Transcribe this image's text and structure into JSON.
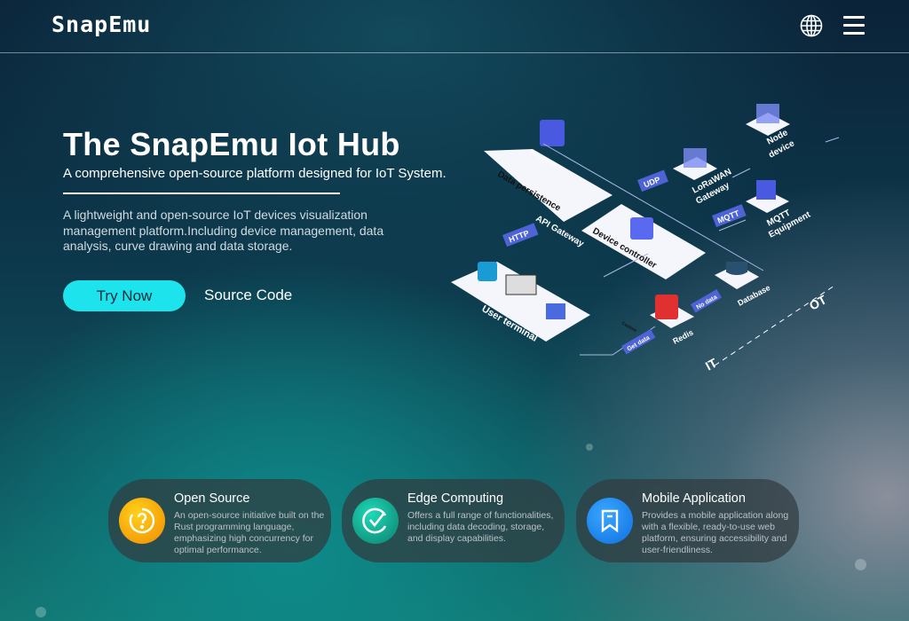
{
  "header": {
    "logo": "SnapEmu",
    "globe_icon": "globe-icon",
    "menu_icon": "menu-icon"
  },
  "hero": {
    "title": "The SnapEmu Iot Hub",
    "subtitle": "A comprehensive open-source platform designed for IoT System.",
    "description": "A lightweight and open-source IoT devices visualization management platform.Including device management, data analysis, curve drawing and data storage.",
    "try_now": "Try Now",
    "source_code": "Source Code",
    "accent": "#1de4ec"
  },
  "diagram": {
    "labels": {
      "persistence_arrow": "Persistence >",
      "data_persistence": "Data persistence",
      "api_gateway": "API Gateway",
      "device_controller": "Device controller",
      "user_terminal": "User terminal",
      "custom": "Custom",
      "http": "HTTP",
      "udp": "UDP",
      "mqtt": "MQTT",
      "lorawan": "LoRaWAN",
      "gateway": "Gateway",
      "node": "Node",
      "device": "device",
      "mqtt_equip": "MQTT",
      "equipment": "Equipment",
      "database": "Database",
      "redis": "Redis",
      "no_data": "No data",
      "get_data": "Get data",
      "it": "IT",
      "ot": "OT"
    }
  },
  "features": [
    {
      "title": "Open Source",
      "text": "An open-source initiative built on the Rust programming language, emphasizing high concurrency for optimal performance.",
      "icon": "question-icon",
      "color": "#f7a600"
    },
    {
      "title": "Edge Computing",
      "text": "Offers a full range of functionalities, including data decoding, storage, and display capabilities.",
      "icon": "check-icon",
      "color": "#14b59a"
    },
    {
      "title": "Mobile Application",
      "text": "Provides a mobile application along with a flexible, ready-to-use web platform, ensuring accessibility and user-friendliness.",
      "icon": "bookmark-icon",
      "color": "#1e8cf0"
    }
  ]
}
